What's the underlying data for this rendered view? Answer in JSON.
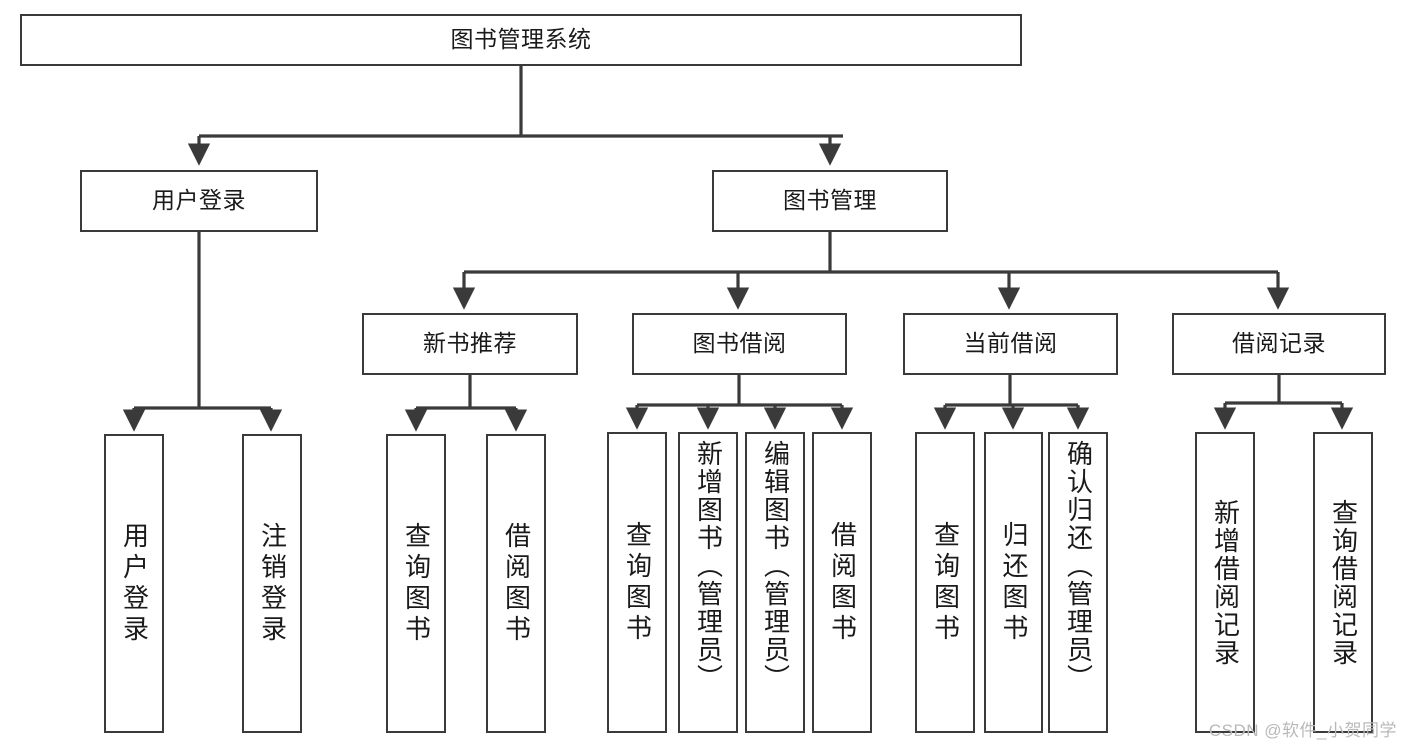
{
  "diagram": {
    "type": "tree",
    "title": "图书管理系统",
    "watermark": "CSDN @软件_小贺同学",
    "colors": {
      "stroke": "#3a3a3a",
      "fill": "#ffffff",
      "text": "#1a1a1a",
      "watermark": "#b9b9b9"
    },
    "nodes": {
      "root": {
        "label": "图书管理系统"
      },
      "level2": [
        {
          "label": "用户登录"
        },
        {
          "label": "图书管理"
        }
      ],
      "level3": [
        {
          "label": "新书推荐"
        },
        {
          "label": "图书借阅"
        },
        {
          "label": "当前借阅"
        },
        {
          "label": "借阅记录"
        }
      ],
      "leaves_user_login": [
        {
          "label": "用户登录"
        },
        {
          "label": "注销登录"
        }
      ],
      "leaves_new_books": [
        {
          "label": "查询图书"
        },
        {
          "label": "借阅图书"
        }
      ],
      "leaves_borrow": [
        {
          "label": "查询图书"
        },
        {
          "label": "新增图书（管理员）"
        },
        {
          "label": "编辑图书（管理员）"
        },
        {
          "label": "借阅图书"
        }
      ],
      "leaves_current": [
        {
          "label": "查询图书"
        },
        {
          "label": "归还图书"
        },
        {
          "label": "确认归还（管理员）"
        }
      ],
      "leaves_records": [
        {
          "label": "新增借阅记录"
        },
        {
          "label": "查询借阅记录"
        }
      ]
    }
  }
}
